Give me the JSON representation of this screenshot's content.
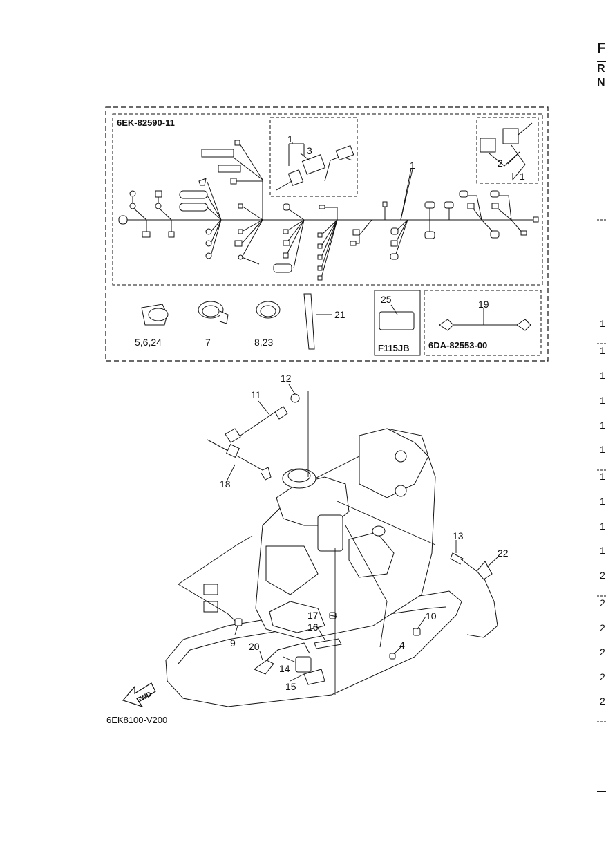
{
  "header": {
    "edge_letters": [
      "F",
      "R",
      "N"
    ]
  },
  "figure_code": "6EK8100-V200",
  "fwd_label": "FWD",
  "kit_panel": {
    "harness_code": "6EK-82590-11",
    "sub_code": "6DA-82553-00",
    "model_label": "F115JB"
  },
  "callouts": {
    "c1a": "1",
    "c3": "3",
    "c1b": "1",
    "c2": "2",
    "c1c": "1",
    "c25": "25",
    "c19": "19",
    "c21": "21",
    "c5_6_24": "5,6,24",
    "c7": "7",
    "c8_23": "8,23",
    "c12": "12",
    "c11": "11",
    "c18": "18",
    "c13": "13",
    "c22": "22",
    "c17": "17",
    "c10": "10",
    "c16": "16",
    "c9": "9",
    "c4": "4",
    "c20": "20",
    "c14": "14",
    "c15": "15"
  },
  "right_edge_numbers": [
    "1",
    "1",
    "1",
    "1",
    "1",
    "1",
    "1",
    "1",
    "1",
    "1",
    "2",
    "2",
    "2",
    "2",
    "2",
    "2"
  ]
}
